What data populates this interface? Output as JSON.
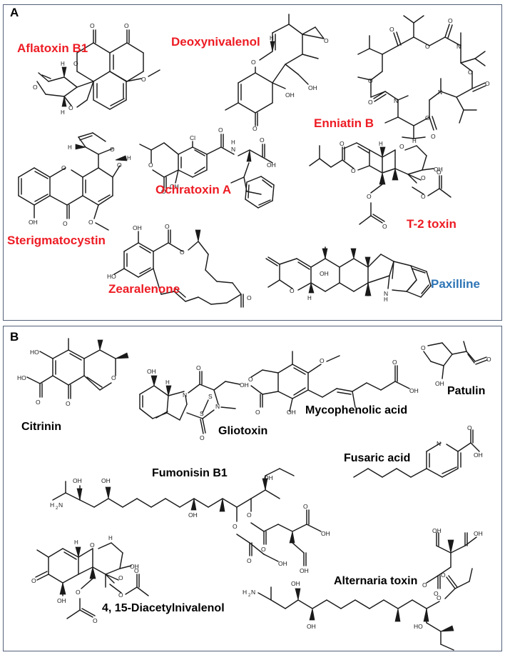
{
  "figure": {
    "type": "chemical-structure-figure",
    "description": "Chemical structures of major mycotoxins arranged in two bordered panels",
    "panels": [
      {
        "letter": "A",
        "label_color": "#ed1c24",
        "compounds": [
          {
            "name": "Aflatoxin B1",
            "color": "#ed1c24"
          },
          {
            "name": "Deoxynivalenol",
            "color": "#ed1c24"
          },
          {
            "name": "Enniatin B",
            "color": "#ed1c24"
          },
          {
            "name": "Ochratoxin A",
            "color": "#ed1c24"
          },
          {
            "name": "Sterigmatocystin",
            "color": "#ed1c24"
          },
          {
            "name": "T-2 toxin",
            "color": "#ed1c24"
          },
          {
            "name": "Zearalenone",
            "color": "#ed1c24"
          },
          {
            "name": "Paxilline",
            "color": "#2e75b6"
          }
        ]
      },
      {
        "letter": "B",
        "label_color": "#000000",
        "compounds": [
          {
            "name": "Citrinin",
            "color": "#000000"
          },
          {
            "name": "Gliotoxin",
            "color": "#000000"
          },
          {
            "name": "Mycophenolic acid",
            "color": "#000000"
          },
          {
            "name": "Patulin",
            "color": "#000000"
          },
          {
            "name": "Fusaric acid",
            "color": "#000000"
          },
          {
            "name": "Fumonisin B1",
            "color": "#000000"
          },
          {
            "name": "4, 15-Diacetylnivalenol",
            "color": "#000000"
          },
          {
            "name": "Alternaria toxin",
            "color": "#000000"
          }
        ]
      }
    ],
    "colors": {
      "label_red": "#ed1c24",
      "label_blue": "#2e75b6",
      "label_black": "#000000",
      "panel_border": "#54607a",
      "bond_stroke": "#1a1a1a",
      "background": "#ffffff"
    },
    "atom_labels": {
      "oxygen": "O",
      "nitrogen": "N",
      "hydrogen": "H",
      "chlorine": "Cl",
      "sulfur": "S",
      "hydroxyl": "OH",
      "hydroxyl_left": "HO",
      "amine": "H2N",
      "nh": "N",
      "carboxyl": "OH"
    }
  }
}
